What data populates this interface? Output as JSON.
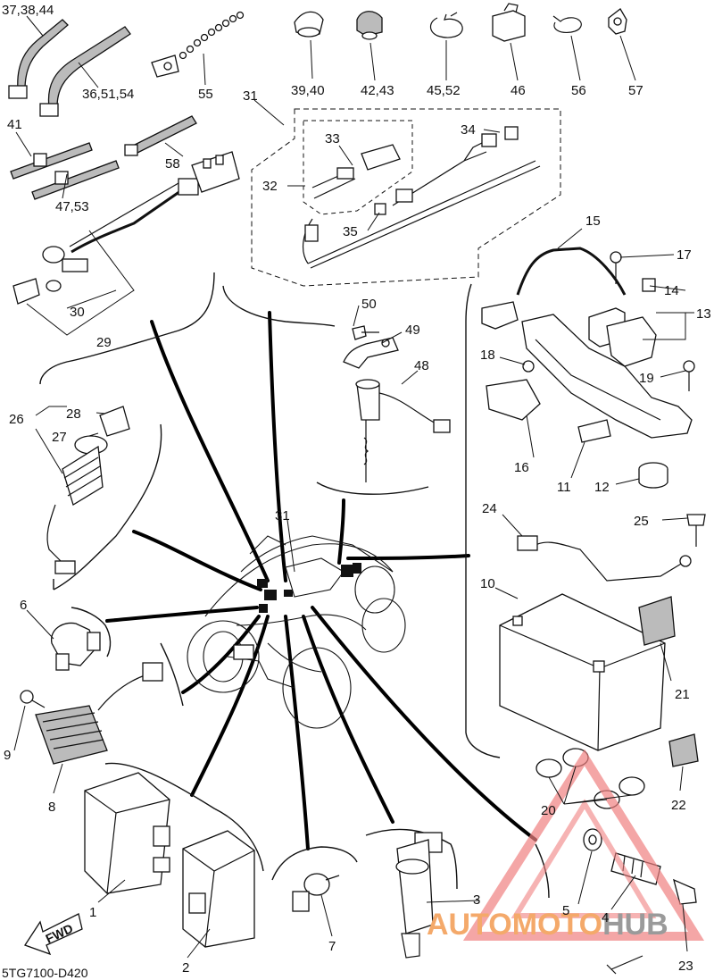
{
  "diagram": {
    "code": "5TG7100-D420",
    "fwd_label": "FWD",
    "watermark": {
      "part1": "AUTOMOTO",
      "part2": "HUB",
      "color1": "#f4a96a",
      "color2": "#9a9a9a",
      "triangle_color": "#f08080"
    },
    "labels": {
      "p1": "1",
      "p2": "2",
      "p3": "3",
      "p4": "4",
      "p5": "5",
      "p6": "6",
      "p7": "7",
      "p8": "8",
      "p9": "9",
      "p10": "10",
      "p11": "11",
      "p12": "12",
      "p13": "13",
      "p14": "14",
      "p15": "15",
      "p16": "16",
      "p17": "17",
      "p18": "18",
      "p19": "19",
      "p20": "20",
      "p21": "21",
      "p22": "22",
      "p23": "23",
      "p24": "24",
      "p25": "25",
      "p26": "26",
      "p27": "27",
      "p28": "28",
      "p29": "29",
      "p30": "30",
      "p31a": "31",
      "p31b": "31",
      "p32": "32",
      "p33": "33",
      "p34": "34",
      "p35": "35",
      "p36": "36,51,54",
      "p37": "37,38,44",
      "p39": "39,40",
      "p41": "41",
      "p42": "42,43",
      "p45": "45,52",
      "p46": "46",
      "p47": "47,53",
      "p48": "48",
      "p49": "49",
      "p50": "50",
      "p55": "55",
      "p56": "56",
      "p57": "57",
      "p58": "58"
    }
  }
}
